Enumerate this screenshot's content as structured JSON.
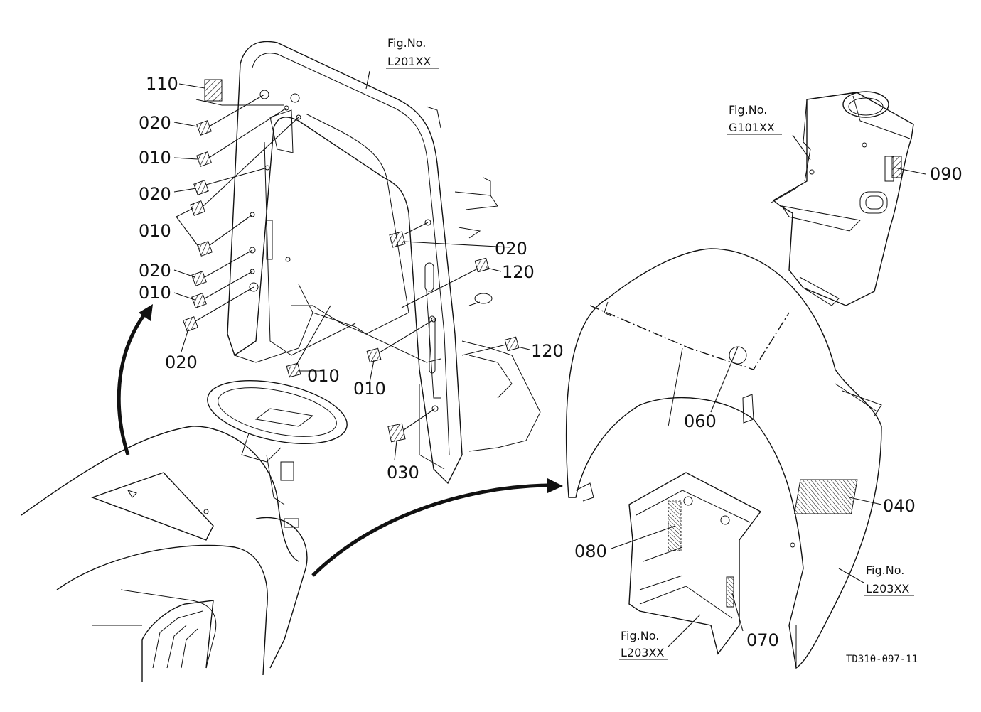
{
  "figure_refs": {
    "rops": {
      "prefix": "Fig.No.",
      "code": "L201XX"
    },
    "meter_panel": {
      "prefix": "Fig.No.",
      "code": "G101XX"
    },
    "hood_right": {
      "prefix": "Fig.No.",
      "code": "L203XX"
    },
    "side_panel": {
      "prefix": "Fig.No.",
      "code": "L203XX"
    }
  },
  "drawing_code": "TD310-097-11",
  "part_numbers": {
    "p110": "110",
    "p020a": "020",
    "p010a": "010",
    "p020b": "020",
    "p010b": "010",
    "p020c": "020",
    "p010c": "010",
    "p020d": "020",
    "p010d": "010",
    "p010e": "010",
    "p020e": "020",
    "p120a": "120",
    "p120b": "120",
    "p030": "030",
    "p090": "090",
    "p060": "060",
    "p040": "040",
    "p080": "080",
    "p070": "070"
  }
}
